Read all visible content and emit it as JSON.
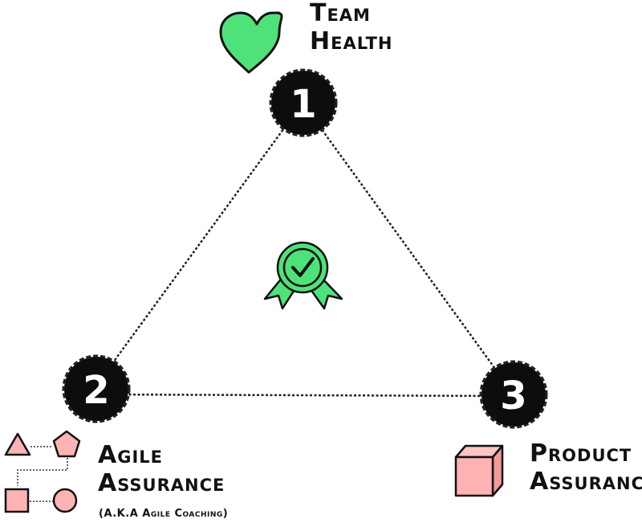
{
  "nodes": [
    {
      "number": "1",
      "title_lines": [
        "Team",
        "Health"
      ],
      "icon": "heart-icon",
      "icon_color": "#4fe27a"
    },
    {
      "number": "2",
      "title_lines": [
        "Agile",
        "Assurance"
      ],
      "note": "(A.K.A Agile Coaching)",
      "icon": "shapes-flow-icon",
      "icon_color": "#ffb3b3"
    },
    {
      "number": "3",
      "title_lines": [
        "Product",
        "Assurance"
      ],
      "icon": "box-icon",
      "icon_color": "#ffb3b3"
    }
  ],
  "center": {
    "icon": "award-badge-check-icon",
    "icon_color": "#4fe27a"
  },
  "colors": {
    "ink": "#111111",
    "green": "#4fe27a",
    "pink": "#ffb3b3",
    "pink_stroke": "#c23b3b"
  }
}
